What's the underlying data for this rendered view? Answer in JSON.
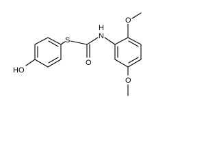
{
  "molecule": {
    "atoms": {
      "hydroxyl": "HO",
      "sulfur": "S",
      "nitrogen_hydrogen": "H",
      "nitrogen": "N",
      "carbonyl_oxygen": "O",
      "methoxy_top_oxygen": "O",
      "methoxy_bottom_oxygen": "O"
    },
    "colors": {
      "bond": "#000000",
      "label": "#000000",
      "background": "#ffffff"
    }
  }
}
